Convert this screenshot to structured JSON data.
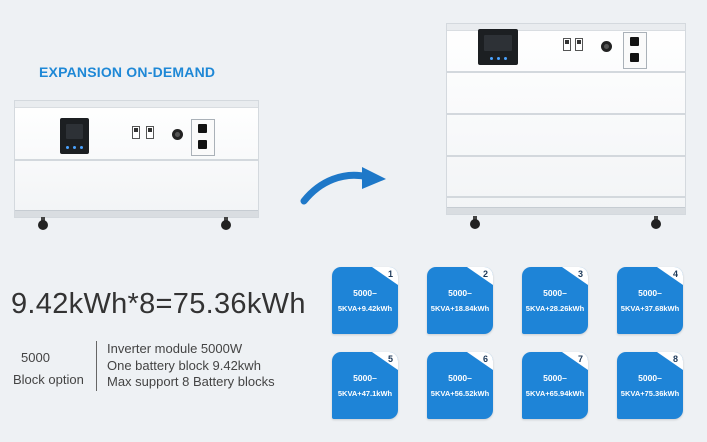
{
  "headline": "EXPANSION ON-DEMAND",
  "formula": "9.42kWh*8=75.36kWh",
  "spec": {
    "number": "5000",
    "label": "Block option",
    "lines": [
      "Inverter module 5000W",
      "One battery block 9.42kwh",
      "Max support 8 Battery blocks"
    ]
  },
  "tiles": [
    {
      "num": "1",
      "line1": "5000–",
      "line2": "5KVA+9.42kWh"
    },
    {
      "num": "2",
      "line1": "5000–",
      "line2": "5KVA+18.84kWh"
    },
    {
      "num": "3",
      "line1": "5000–",
      "line2": "5KVA+28.26kWh"
    },
    {
      "num": "4",
      "line1": "5000–",
      "line2": "5KVA+37.68kWh"
    },
    {
      "num": "5",
      "line1": "5000–",
      "line2": "5KVA+47.1kWh"
    },
    {
      "num": "6",
      "line1": "5000–",
      "line2": "5KVA+56.52kWh"
    },
    {
      "num": "7",
      "line1": "5000–",
      "line2": "5KVA+65.94kWh"
    },
    {
      "num": "8",
      "line1": "5000–",
      "line2": "5KVA+75.36kWh"
    }
  ],
  "colors": {
    "accent": "#1e88d6",
    "tile": "#1e84d7",
    "background": "#eef1f4"
  }
}
